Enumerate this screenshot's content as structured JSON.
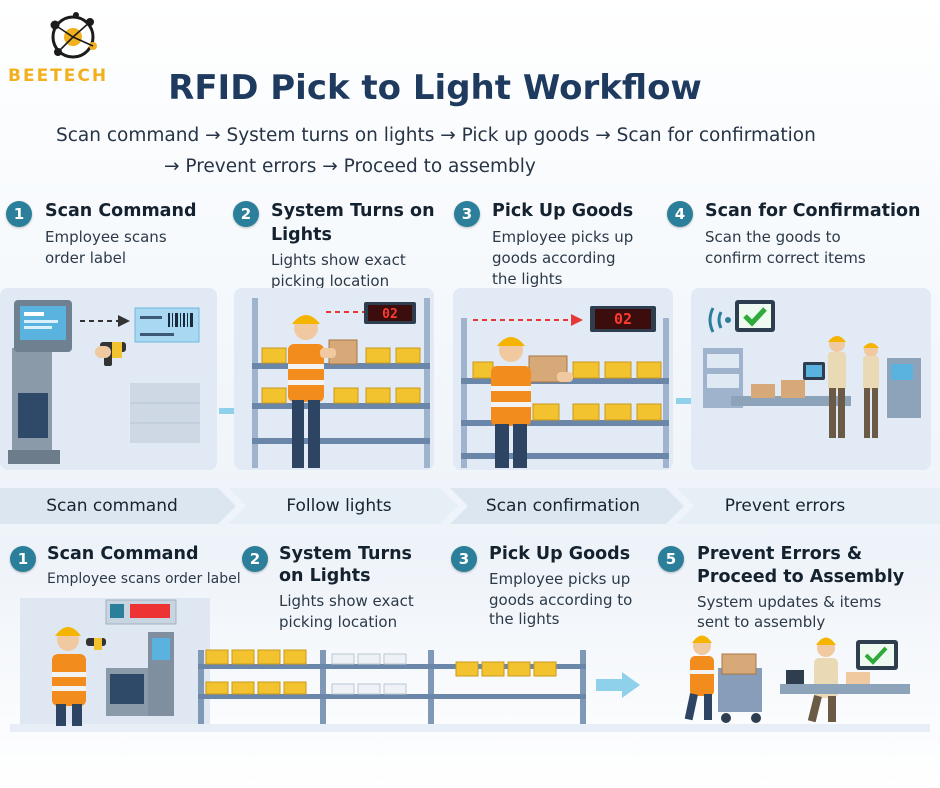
{
  "logo": {
    "text": "BEETECH",
    "icon": "beetech-logo-icon"
  },
  "title": "RFID Pick to Light Workflow",
  "subtitle": {
    "line1": "Scan command → System turns on lights → Pick up goods → Scan for confirmation",
    "line2": "→ Prevent errors → Proceed to assembly"
  },
  "top_steps": [
    {
      "number": "1",
      "title": "Scan Command",
      "desc1": "Employee scans",
      "desc2": "order label"
    },
    {
      "number": "2",
      "title": "System Turns on",
      "title2": "Lights",
      "desc1": "Lights show exact",
      "desc2": "picking location"
    },
    {
      "number": "3",
      "title": "Pick Up Goods",
      "desc1": "Employee picks up",
      "desc2": "goods according",
      "desc3": "the lights"
    },
    {
      "number": "4",
      "title": "Scan for Confirmation",
      "desc1": "Scan the goods to",
      "desc2": "confirm correct items"
    }
  ],
  "displays": {
    "panel2": "02",
    "panel3": "02"
  },
  "chevrons": [
    "Scan command",
    "Follow lights",
    "Scan confirmation",
    "Prevent errors"
  ],
  "bottom_steps": [
    {
      "number": "1",
      "title": "Scan Command",
      "desc1": "Employee scans order label"
    },
    {
      "number": "2",
      "title": "System Turns",
      "title2": "on Lights",
      "desc1": "Lights show exact",
      "desc2": "picking location"
    },
    {
      "number": "3",
      "title": "Pick Up Goods",
      "desc1": "Employee picks up",
      "desc2": "goods according to",
      "desc3": "the lights"
    },
    {
      "number": "5",
      "title": "Prevent Errors &",
      "title2": "Proceed to Assembly",
      "desc1": "System updates & items",
      "desc2": "sent to assembly"
    }
  ],
  "colors": {
    "badge": "#2c7f9a",
    "title": "#1e3a5f",
    "vest": "#f28c1c",
    "helmet": "#f4b400",
    "bins": "#f2c32e",
    "led": "#ff3b30",
    "check": "#2eaa3a",
    "arrow": "#8fd0ea"
  }
}
